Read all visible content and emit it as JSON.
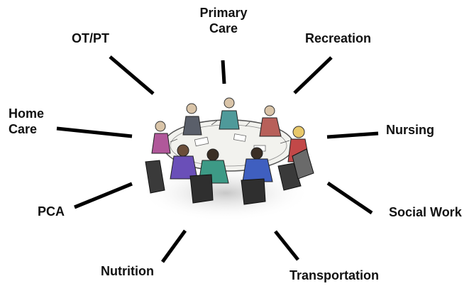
{
  "labels": {
    "primary_care": "Primary\nCare",
    "ot_pt": "OT/PT",
    "recreation": "Recreation",
    "home_care": "Home\nCare",
    "nursing": "Nursing",
    "pca": "PCA",
    "social_work": "Social Work",
    "nutrition": "Nutrition",
    "transportation": "Transportation"
  },
  "image": {
    "subject": "sketch of team meeting around round table"
  },
  "colors": {
    "text": "#111111",
    "connector": "#000000"
  }
}
